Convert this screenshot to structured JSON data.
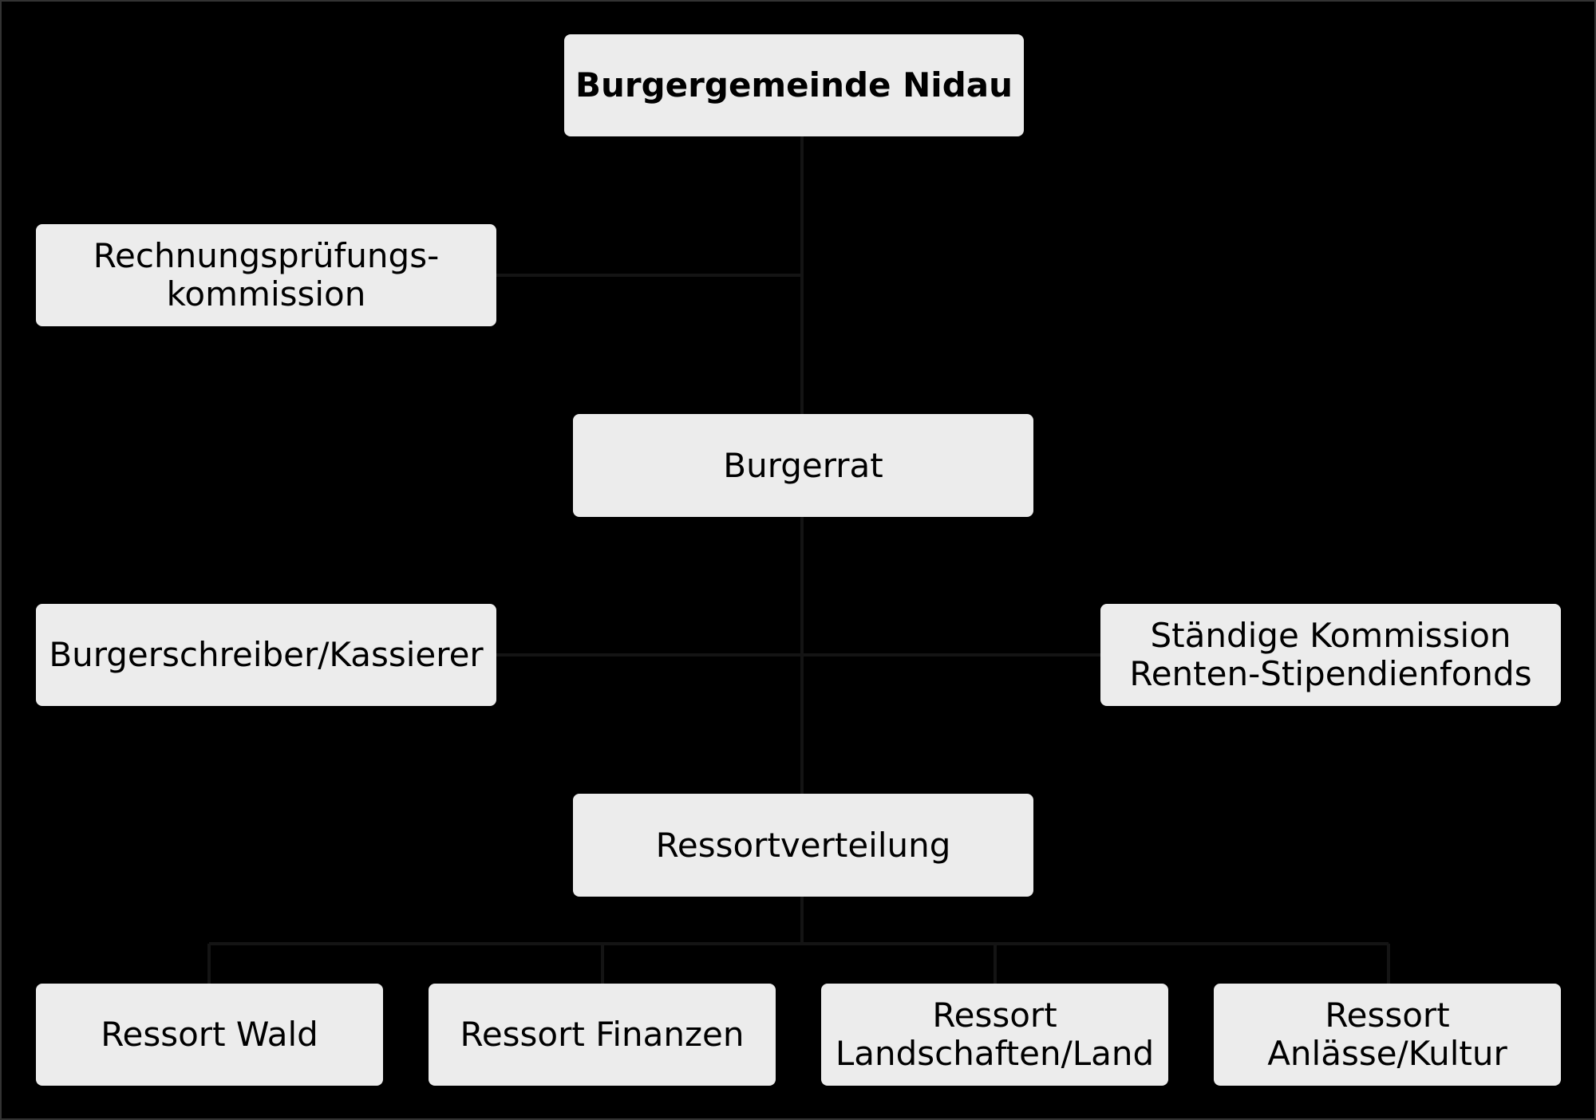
{
  "diagram": {
    "nodes": {
      "root": {
        "lines": [
          "Burgergemeinde Nidau"
        ]
      },
      "audit": {
        "lines": [
          "Rechnungsprüfungs-",
          "kommission"
        ]
      },
      "council": {
        "lines": [
          "Burgerrat"
        ]
      },
      "clerk": {
        "lines": [
          "Burgerschreiber/Kassierer"
        ]
      },
      "commission": {
        "lines": [
          "Ständige Kommission",
          "Renten-Stipendienfonds"
        ]
      },
      "allocation": {
        "lines": [
          "Ressortverteilung"
        ]
      },
      "forest": {
        "lines": [
          "Ressort Wald"
        ]
      },
      "finance": {
        "lines": [
          "Ressort Finanzen"
        ]
      },
      "land": {
        "lines": [
          "Ressort",
          "Landschaften/Land"
        ]
      },
      "culture": {
        "lines": [
          "Ressort",
          "Anlässe/Kultur"
        ]
      }
    },
    "colors": {
      "background": "#000000",
      "box_fill": "#ececec",
      "text": "#000000",
      "connector": "#000000"
    }
  }
}
